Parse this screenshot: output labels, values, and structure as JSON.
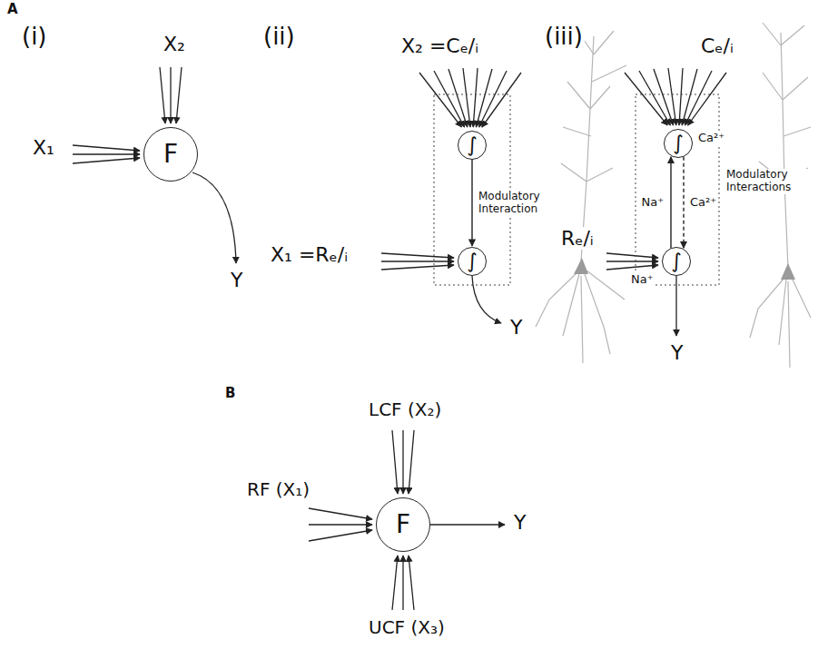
{
  "diagram": {
    "nodes": [
      {
        "text": [
          "F"
        ]
      },
      {
        "text": [
          "∫"
        ]
      },
      {
        "text": [
          "∫"
        ]
      },
      {
        "text": [
          "∫",
          "Ca²⁺"
        ]
      },
      {
        "text": [
          "∫",
          "Na⁺"
        ]
      },
      {
        "text": [
          "F"
        ]
      }
    ],
    "edges": [
      {
        "from": 1,
        "to": 2,
        "arrow": "to",
        "label": "Modulatory Interaction"
      },
      {
        "from": 4,
        "to": 3,
        "arrow": "to",
        "label": "Na⁺"
      },
      {
        "from": 3,
        "to": 4,
        "arrow": "to",
        "label": "Ca²⁺"
      }
    ],
    "labels": [
      "A",
      "(i)",
      "X₂",
      "X₁",
      "Y",
      "(ii)",
      "X₂ =Cₑ/ᵢ",
      "X₁ =Rₑ/ᵢ",
      "Y",
      "(iii)",
      "Cₑ/ᵢ",
      "Modulatory Interactions",
      "Rₑ/ᵢ",
      "Y",
      "B",
      "LCF (X₂)",
      "RF (X₁)",
      "UCF (X₃)",
      "Y"
    ]
  }
}
